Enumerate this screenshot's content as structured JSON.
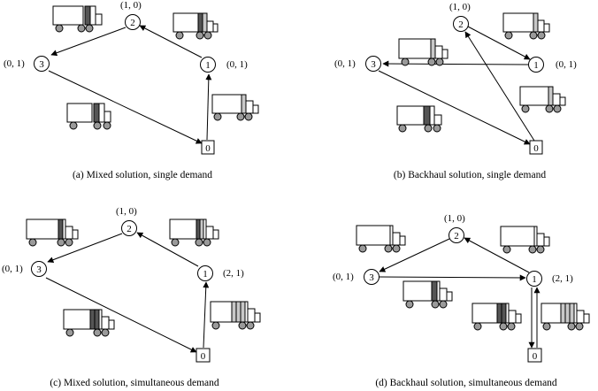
{
  "figure": {
    "panels": [
      {
        "id": "a",
        "caption": "(a) Mixed solution, single demand",
        "nodes": [
          {
            "id": "2",
            "demand": "(1, 0)"
          },
          {
            "id": "3",
            "demand": "(0, 1)"
          },
          {
            "id": "1",
            "demand": "(0, 1)"
          },
          {
            "id": "0",
            "demand": ""
          }
        ],
        "trucks": [
          {
            "cargo": "dark"
          },
          {
            "cargo": "dark"
          },
          {
            "cargo": "dark+light"
          },
          {
            "cargo": "light"
          }
        ]
      },
      {
        "id": "b",
        "caption": "(b) Backhaul solution, single demand",
        "nodes": [
          {
            "id": "2",
            "demand": "(1, 0)"
          },
          {
            "id": "3",
            "demand": "(0, 1)"
          },
          {
            "id": "1",
            "demand": "(0, 1)"
          },
          {
            "id": "0",
            "demand": ""
          }
        ],
        "trucks": [
          {
            "cargo": "light"
          },
          {
            "cargo": "light"
          },
          {
            "cargo": "light"
          },
          {
            "cargo": "dark"
          }
        ]
      },
      {
        "id": "c",
        "caption": "(c) Mixed solution, simultaneous demand",
        "nodes": [
          {
            "id": "2",
            "demand": "(1, 0)"
          },
          {
            "id": "3",
            "demand": "(0, 1)"
          },
          {
            "id": "1",
            "demand": "(2, 1)"
          },
          {
            "id": "0",
            "demand": ""
          }
        ],
        "trucks": [
          {
            "cargo": "dark"
          },
          {
            "cargo": "dark+light"
          },
          {
            "cargo": "dark"
          },
          {
            "cargo": "light-multi"
          }
        ]
      },
      {
        "id": "d",
        "caption": "(d) Backhaul solution, simultaneous demand",
        "nodes": [
          {
            "id": "2",
            "demand": "(1, 0)"
          },
          {
            "id": "3",
            "demand": "(0, 1)"
          },
          {
            "id": "1",
            "demand": "(2, 1)"
          },
          {
            "id": "0",
            "demand": ""
          }
        ],
        "trucks": [
          {
            "cargo": "empty"
          },
          {
            "cargo": "empty"
          },
          {
            "cargo": "dark"
          },
          {
            "cargo": "dark"
          },
          {
            "cargo": "light-multi"
          }
        ]
      }
    ]
  },
  "colors": {
    "dark": "#555555",
    "light": "#c8c8c8",
    "wheel": "#9a9a9a",
    "line": "#000000"
  }
}
